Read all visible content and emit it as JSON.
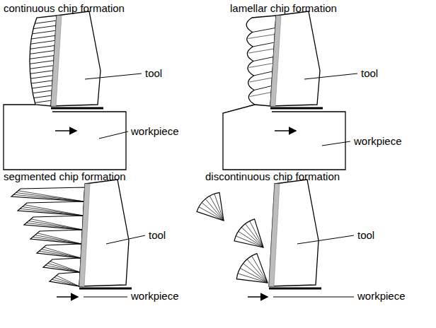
{
  "diagram": {
    "labels": [
      "continuous chip formation",
      "lamellar chip formation",
      "tool",
      "tool",
      "workpiece",
      "workpiece",
      "segmented chip formation",
      "discontinuous chip formation",
      "tool",
      "tool",
      "workpiece",
      "workpiece"
    ]
  }
}
